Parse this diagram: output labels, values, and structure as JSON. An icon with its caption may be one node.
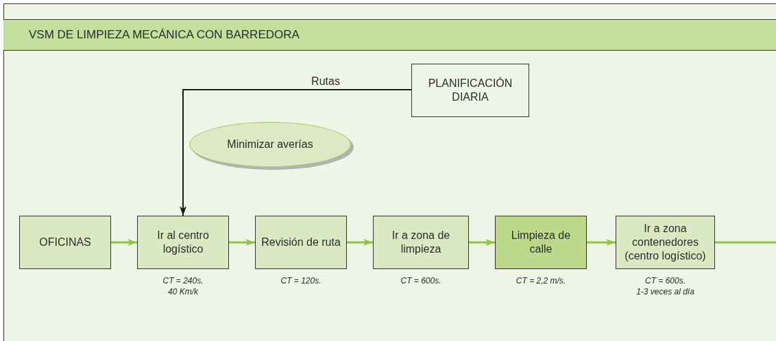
{
  "diagram": {
    "title": "VSM DE LIMPIEZA MECÁNICA CON BARREDORA",
    "nodes": [
      {
        "text": [
          "PLANIFICACIÓN DIARIA"
        ]
      },
      {
        "text": [
          "Minimizar averías"
        ]
      },
      {
        "text": [
          "OFICINAS"
        ]
      },
      {
        "text": [
          "Ir al centro logístico"
        ],
        "beside": [
          "CT = 240s.",
          "40 Km/k"
        ]
      },
      {
        "text": [
          "Revisión de ruta"
        ],
        "beside": [
          "CT = 120s."
        ]
      },
      {
        "text": [
          "Ir a zona de limpieza"
        ],
        "beside": [
          "CT = 600s."
        ]
      },
      {
        "text": [
          "Limpieza de calle"
        ],
        "beside": [
          "CT = 2,2 m/s."
        ]
      },
      {
        "text": [
          "Ir a zona contenedores (centro logístico)"
        ],
        "beside": [
          "CT = 600s.",
          "1-3 veces al día"
        ]
      }
    ],
    "edges": [
      {
        "from": 0,
        "to": 3,
        "arrow": "to",
        "label": "Rutas",
        "color": "#1a1a1a"
      },
      {
        "from": 2,
        "to": 3,
        "arrow": "to"
      },
      {
        "from": 3,
        "to": 4,
        "arrow": "to"
      },
      {
        "from": 4,
        "to": 5,
        "arrow": "to"
      },
      {
        "from": 5,
        "to": 6,
        "arrow": "to"
      },
      {
        "from": 6,
        "to": 7,
        "arrow": "to"
      },
      {
        "from": 7,
        "to": null,
        "arrow": "none"
      }
    ]
  }
}
